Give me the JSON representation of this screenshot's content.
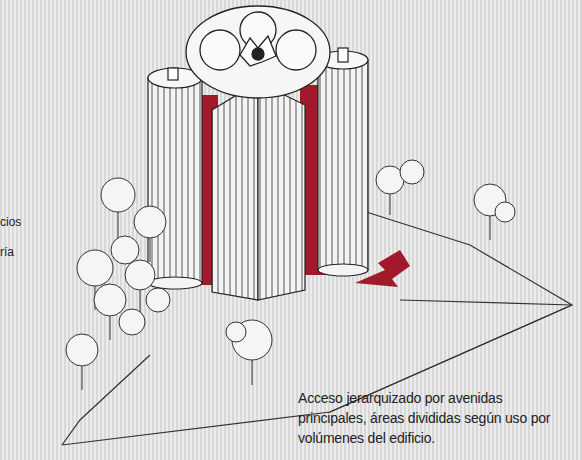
{
  "diagram": {
    "caption": "Acceso jerarquizado por avenidas principales, áreas divididas según uso por volúmenes del edificio.",
    "labels": [
      "cios",
      "ría"
    ]
  }
}
